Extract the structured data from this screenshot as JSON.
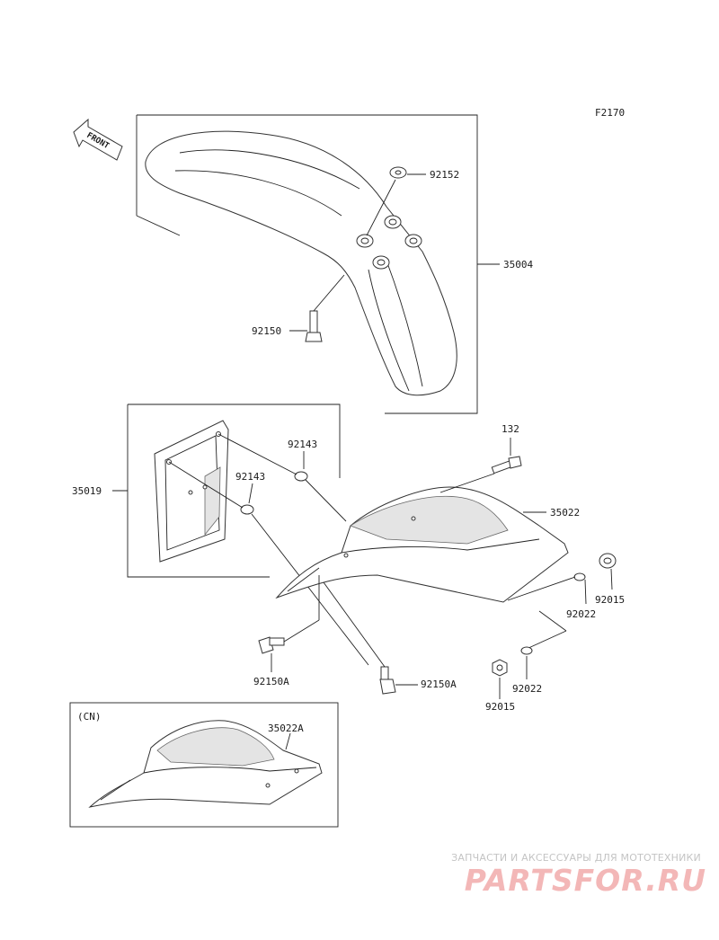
{
  "figure_code": "F2170",
  "front_arrow_label": "FRONT",
  "variant_label": "(CN)",
  "parts": {
    "p92152": "92152",
    "p35004": "35004",
    "p92150": "92150",
    "p132": "132",
    "p92143_a": "92143",
    "p92143_b": "92143",
    "p35019": "35019",
    "p35022": "35022",
    "p92015_a": "92015",
    "p92022_a": "92022",
    "p92150A_a": "92150A",
    "p92150A_b": "92150A",
    "p92022_b": "92022",
    "p92015_b": "92015",
    "p35022A": "35022A"
  },
  "watermark": {
    "tagline": "ЗАПЧАСТИ И АКСЕССУАРЫ ДЛЯ МОТОТЕХНИКИ",
    "brand": "PARTSFOR.RU"
  },
  "colors": {
    "line": "#222222",
    "watermark_brand": "#f3b7b7",
    "watermark_tagline": "#c4c4c4"
  }
}
